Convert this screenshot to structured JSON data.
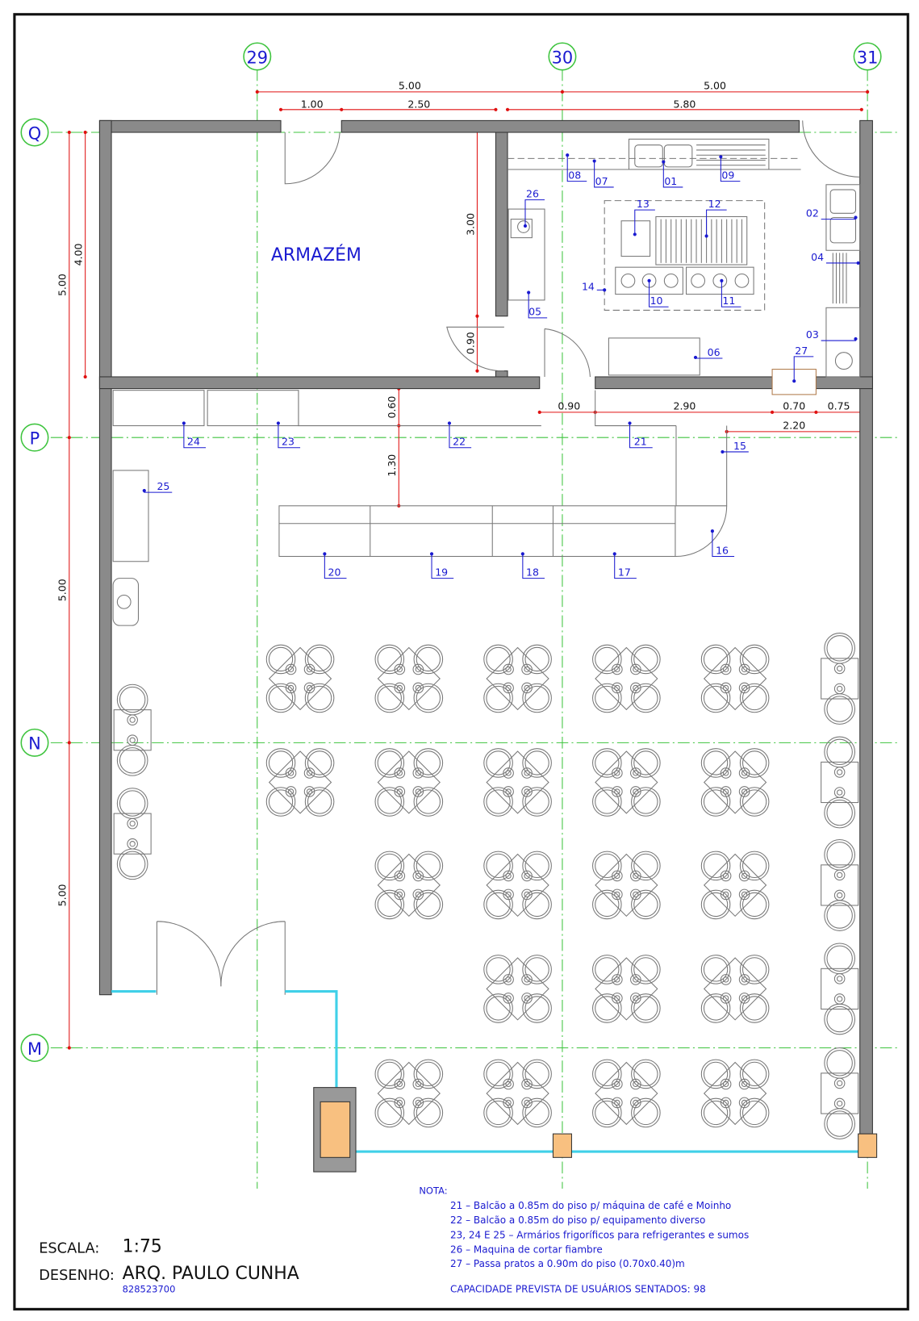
{
  "grid_axes": {
    "columns": [
      "29",
      "30",
      "31"
    ],
    "rows": [
      "Q",
      "P",
      "N",
      "M"
    ]
  },
  "dimensions": {
    "top_total": [
      "5.00",
      "5.00"
    ],
    "top_detail": [
      "1.00",
      "2.50",
      "5.80"
    ],
    "left": [
      "5.00",
      "4.00",
      "5.00",
      "5.00"
    ],
    "storage_height": "3.00",
    "storage_door": "0.90",
    "counter_depth": "0.60",
    "counter_gap": "1.30",
    "kitchen_bottom": [
      "0.90",
      "2.90",
      "0.70",
      "0.75",
      "2.20"
    ]
  },
  "room_name": "ARMAZÉM",
  "equipment_labels": [
    "01",
    "02",
    "03",
    "04",
    "05",
    "06",
    "07",
    "08",
    "09",
    "10",
    "11",
    "12",
    "13",
    "14",
    "15",
    "16",
    "17",
    "18",
    "19",
    "20",
    "21",
    "22",
    "23",
    "24",
    "25",
    "26",
    "27"
  ],
  "notes": {
    "title": "NOTA:",
    "lines": [
      "21 – Balcão a 0.85m do piso p/ máquina de café e Moinho",
      "22 – Balcão a 0.85m do piso p/ equipamento diverso",
      "23, 24 E 25 – Armários frigoríficos para refrigerantes e sumos",
      "26 – Maquina de cortar fiambre",
      "27 – Passa pratos a 0.90m do piso (0.70x0.40)m"
    ],
    "capacity": "CAPACIDADE PREVISTA DE USUÁRIOS SENTADOS: 98"
  },
  "title_block": {
    "scale_label": "ESCALA:",
    "scale_value": "1:75",
    "drawing_label": "DESENHO:",
    "drawing_value": "ARQ. PAULO CUNHA",
    "code": "828523700"
  },
  "colors": {
    "grid": "#3ec43e",
    "dimension": "#e01010",
    "text": "#1a1ad0",
    "glass": "#40d0e8",
    "column": "#f8c080"
  }
}
